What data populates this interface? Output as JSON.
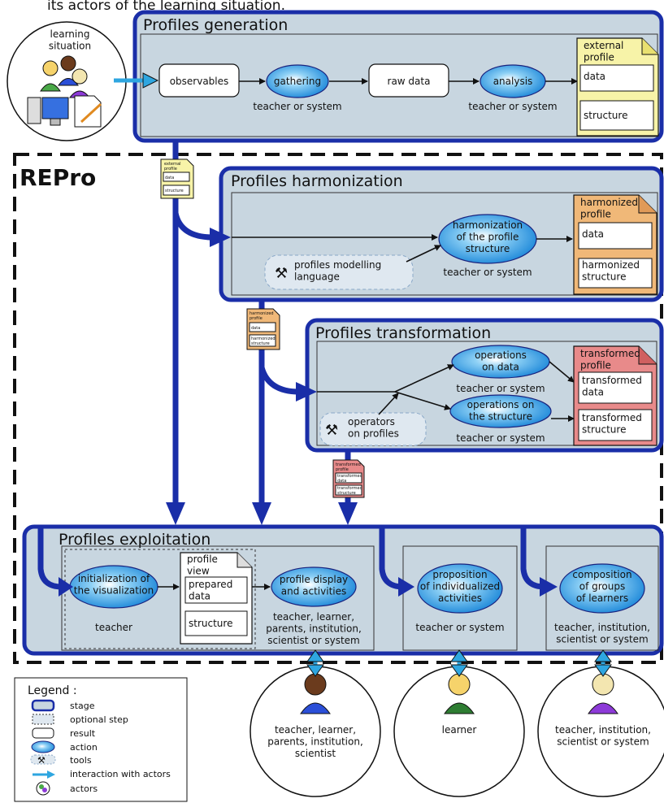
{
  "caption_top": "its actors of the learning situation.",
  "repro_label": "REPro",
  "learning_situation": "learning\nsituation",
  "generation": {
    "title": "Profiles generation",
    "observables": "observables",
    "gathering": "gathering",
    "gathering_actor": "teacher or system",
    "raw_data": "raw data",
    "analysis": "analysis",
    "analysis_actor": "teacher or system",
    "profile_title": "external\nprofile",
    "profile_data": "data",
    "profile_structure": "structure"
  },
  "mini_external": {
    "title": "external\nprofile",
    "data": "data",
    "structure": "structure"
  },
  "harmonization": {
    "title": "Profiles harmonization",
    "action": "harmonization\nof the profile\nstructure",
    "actor": "teacher or system",
    "tool": "profiles modelling\nlanguage",
    "profile_title": "harmonized\nprofile",
    "profile_data": "data",
    "profile_structure": "harmonized\nstructure"
  },
  "mini_harmonized": {
    "title": "harmonized\nprofile",
    "data": "data",
    "structure": "harmonized\nstructure"
  },
  "transformation": {
    "title": "Profiles transformation",
    "op_data": "operations\non data",
    "op_data_actor": "teacher or system",
    "op_struct": "operations on\nthe structure",
    "op_struct_actor": "teacher or system",
    "tool": "operators\non profiles",
    "profile_title": "transformed\nprofile",
    "profile_data": "transformed\ndata",
    "profile_structure": "transformed\nstructure"
  },
  "mini_transformed": {
    "title": "transformed\nprofile",
    "data": "transformed\ndata",
    "structure": "transformed\nstructure"
  },
  "exploitation": {
    "title": "Profiles exploitation",
    "init": "initialization of\nthe visualization",
    "init_actor": "teacher",
    "view_title": "profile\nview",
    "view_data": "prepared\ndata",
    "view_structure": "structure",
    "display": "profile display\nand activities",
    "display_actor": "teacher, learner,\nparents, institution,\nscientist or system",
    "proposition": "proposition\nof individualized\nactivities",
    "proposition_actor": "teacher or system",
    "composition": "composition\nof groups\nof learners",
    "composition_actor": "teacher, institution,\nscientist or system"
  },
  "actors": [
    "teacher, learner,\nparents, institution,\nscientist",
    "learner",
    "teacher, institution,\nscientist or system"
  ],
  "legend": {
    "title": "Legend :",
    "items": [
      "stage",
      "optional step",
      "result",
      "action",
      "tools",
      "interaction with actors",
      "actors"
    ]
  },
  "colors": {
    "stage_border": "#1a2ea8",
    "stage_fill": "#c8d6e0",
    "external_profile": "#f7f3a8",
    "harmonized_profile": "#f0b878",
    "transformed_profile": "#e88a8a",
    "action_fill": "#4aa8e8",
    "interaction_arrow": "#2ea6e0"
  }
}
